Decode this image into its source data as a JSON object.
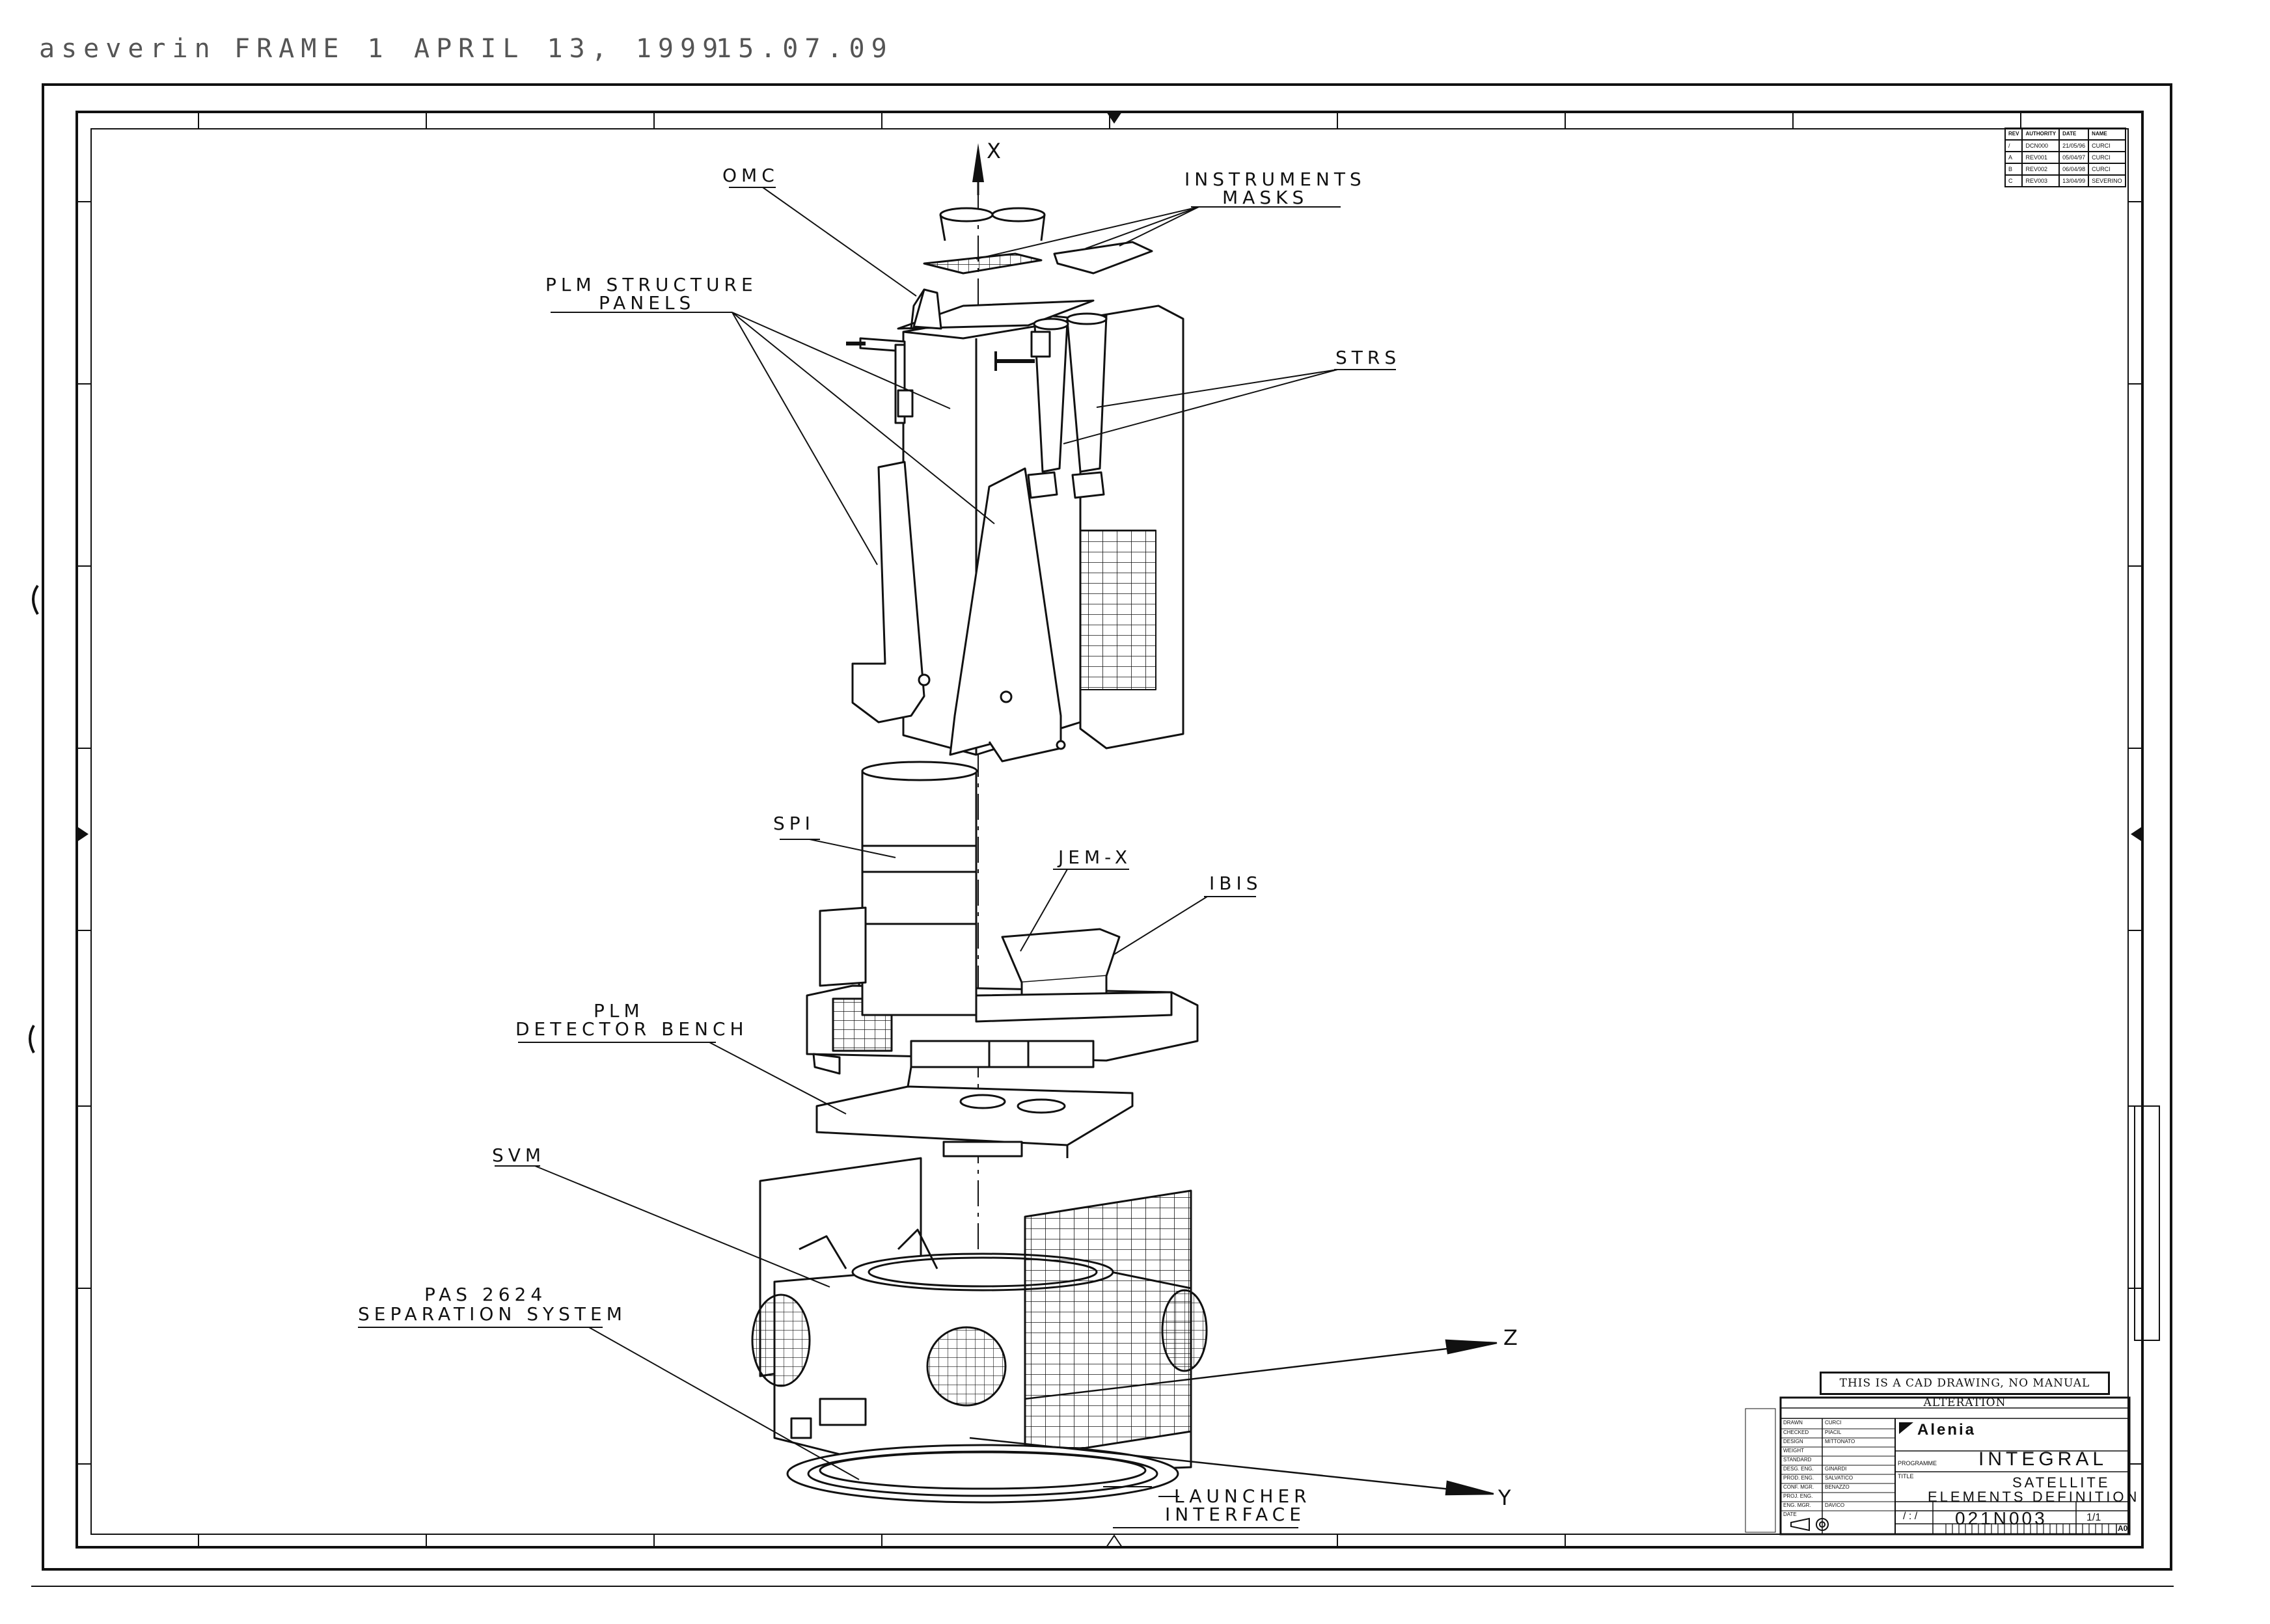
{
  "header": {
    "user": "aseverin",
    "frame": "FRAME 1",
    "date": "APRIL 13, 1999",
    "time": "15.07.09"
  },
  "labels": {
    "omc": "OMC",
    "instruments_masks": [
      "INSTRUMENTS",
      "MASKS"
    ],
    "plm_structure_panels": [
      "PLM STRUCTURE",
      "PANELS"
    ],
    "strs": "STRS",
    "spi": "SPI",
    "jem_x": "JEM-X",
    "ibis": "IBIS",
    "plm_detector_bench": [
      "PLM",
      "DETECTOR BENCH"
    ],
    "svm": "SVM",
    "pas_2624": [
      "PAS 2624",
      "SEPARATION SYSTEM"
    ],
    "launcher_interface": [
      "LAUNCHER",
      "INTERFACE"
    ]
  },
  "axes": {
    "x": "X",
    "y": "Y",
    "z": "Z"
  },
  "cad_notice": "THIS IS A CAD DRAWING, NO MANUAL ALTERATION",
  "revision_table": {
    "headers": [
      "REV",
      "AUTHORITY",
      "DATE",
      "NAME"
    ],
    "rows": [
      [
        "/",
        "DCN000",
        "21/05/96",
        "CURCI"
      ],
      [
        "A",
        "REV001",
        "05/04/97",
        "CURCI"
      ],
      [
        "B",
        "REV002",
        "06/04/98",
        "CURCI"
      ],
      [
        "C",
        "REV003",
        "13/04/99",
        "SEVERINO"
      ]
    ]
  },
  "title_block": {
    "company": "Alenia",
    "programme_label": "PROGRAMME",
    "programme": "INTEGRAL",
    "title_label": "TITLE",
    "title": [
      "SATELLITE",
      "ELEMENTS DEFINITION"
    ],
    "drawing_number": "021N003",
    "sheet": "1/1",
    "scale": "/ : /",
    "format": "A0",
    "roles": [
      "DRAWN",
      "CHECKED",
      "DESIGN",
      "WEIGHT",
      "STANDARD",
      "DESG. ENG.",
      "PROD. ENG.",
      "CONF. MGR.",
      "PROJ. ENG.",
      "ENG. MGR.",
      "DATE"
    ],
    "names": [
      "CURCI",
      "PIACIL",
      "MITTONATO",
      "",
      "",
      "GINARDI",
      "SALVATICO",
      "BENAZZO",
      "",
      "DAVICO",
      ""
    ]
  },
  "colors": {
    "ink": "#111111",
    "paper": "#ffffff",
    "faded": "#777777"
  }
}
